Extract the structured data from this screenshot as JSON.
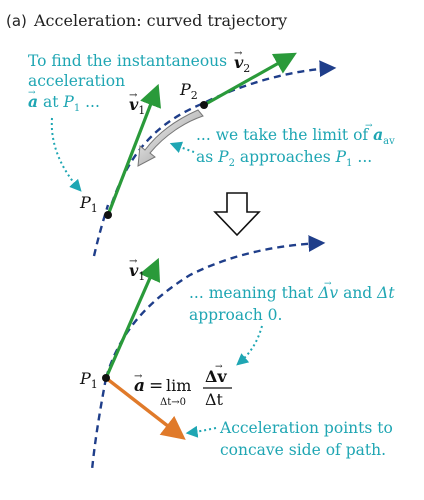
{
  "panel": {
    "tag": "(a)",
    "title": "Acceleration: curved trajectory"
  },
  "top": {
    "note_left": [
      "To find the instantaneous",
      "acceleration",
      "a at P",
      "1",
      " ..."
    ],
    "note_left_vec": "a",
    "note_right_1": "... we take the limit of ",
    "note_right_1_sym": "a",
    "note_right_1_sub": "av",
    "note_right_2_a": "as ",
    "note_right_2_P2": "P",
    "note_right_2_P2_sub": "2",
    "note_right_2_mid": " approaches ",
    "note_right_2_P1": "P",
    "note_right_2_P1_sub": "1",
    "note_right_2_end": " ...",
    "label_v1": "v",
    "label_v1_sub": "1",
    "label_v2": "v",
    "label_v2_sub": "2",
    "label_P1": "P",
    "label_P1_sub": "1",
    "label_P2": "P",
    "label_P2_sub": "2"
  },
  "bottom": {
    "label_v1": "v",
    "label_v1_sub": "1",
    "label_P1": "P",
    "label_P1_sub": "1",
    "note_meaning_1a": "... meaning that ",
    "note_meaning_1b": "Δv",
    "note_meaning_1c": " and ",
    "note_meaning_1d": "Δt",
    "note_meaning_2": "approach 0.",
    "eq_lhs": "a",
    "eq_equals": "=",
    "eq_lim": "lim",
    "eq_lim_sub": "Δt→0",
    "eq_num": "Δv",
    "eq_den": "Δt",
    "accel_note_1": "Acceleration points to",
    "accel_note_2": "concave side of path."
  },
  "colors": {
    "teal": "#1fa6b3",
    "navy": "#1f3e8a",
    "green": "#2a9a3a",
    "orange": "#e07a2a",
    "gray": "#9e9e9e"
  }
}
